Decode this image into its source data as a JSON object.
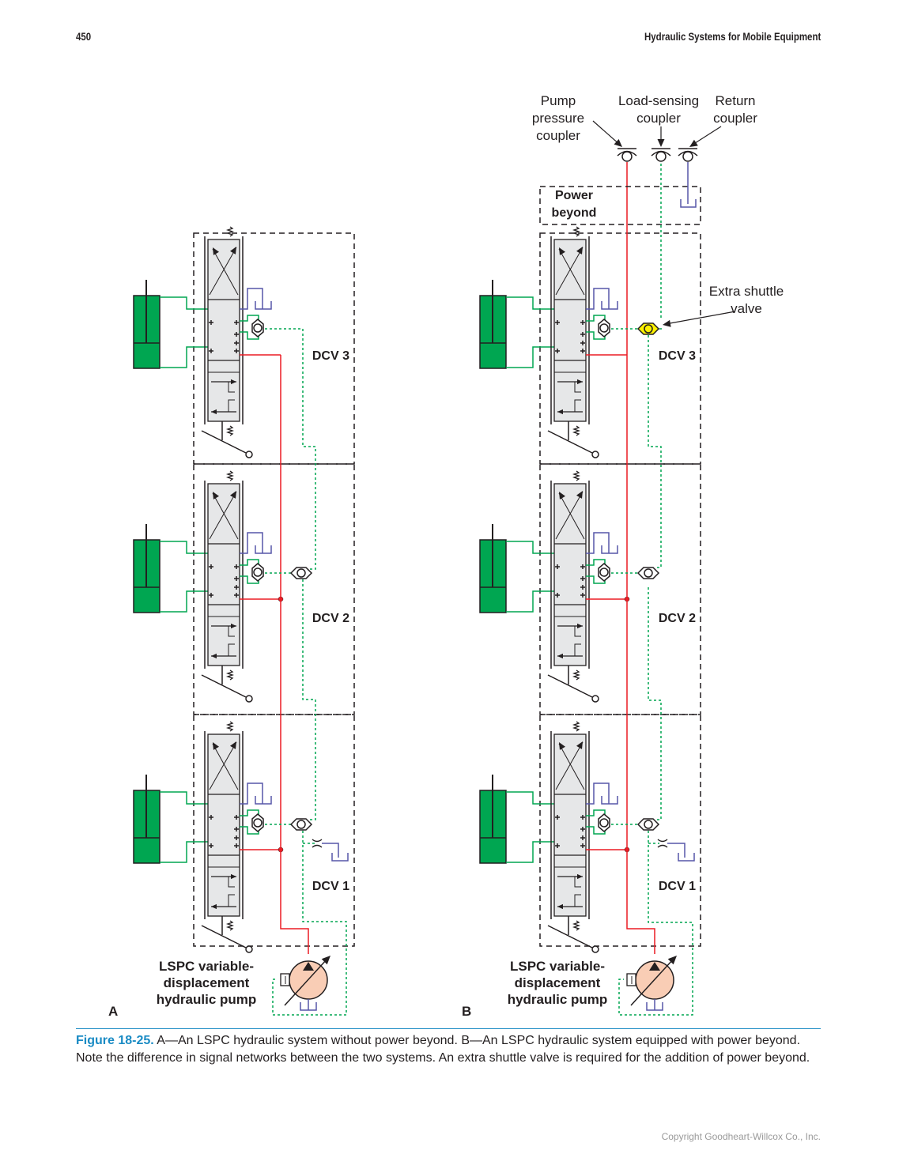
{
  "header": {
    "page_number": "450",
    "running_head": "Hydraulic Systems for Mobile Equipment"
  },
  "colors": {
    "pressure_line": "#ec1c24",
    "signal_line": "#00a651",
    "return_line": "#5656a8",
    "cylinder_fill": "#00a651",
    "valve_fill": "#e6e7e8",
    "pump_fill": "#f9cdb5",
    "extra_shuttle_fill": "#fff200",
    "outline": "#231f20",
    "caption_accent": "#1a8bc4"
  },
  "figure": {
    "panels": [
      {
        "id": "A",
        "label": "A",
        "power_beyond": false,
        "sections": [
          {
            "label": "DCV 3"
          },
          {
            "label": "DCV 2"
          },
          {
            "label": "DCV 1"
          }
        ],
        "pump_label": [
          "LSPC variable-",
          "displacement",
          "hydraulic pump"
        ]
      },
      {
        "id": "B",
        "label": "B",
        "power_beyond": true,
        "power_beyond_label": [
          "Power",
          "beyond"
        ],
        "sections": [
          {
            "label": "DCV 3"
          },
          {
            "label": "DCV 2"
          },
          {
            "label": "DCV 1"
          }
        ],
        "pump_label": [
          "LSPC variable-",
          "displacement",
          "hydraulic pump"
        ],
        "callouts": {
          "pump_pressure_coupler": [
            "Pump",
            "pressure",
            "coupler"
          ],
          "load_sensing_coupler": [
            "Load-sensing",
            "coupler"
          ],
          "return_coupler": [
            "Return",
            "coupler"
          ],
          "extra_shuttle_valve": [
            "Extra shuttle",
            "valve"
          ]
        }
      }
    ]
  },
  "caption": {
    "label": "Figure 18-25.",
    "text": " A—An LSPC hydraulic system without power beyond. B—An LSPC hydraulic system equipped with power beyond. Note the difference in signal networks between the two systems. An extra shuttle valve is required for the addition of power beyond."
  },
  "footer": {
    "copyright": "Copyright Goodheart-Willcox Co., Inc."
  }
}
